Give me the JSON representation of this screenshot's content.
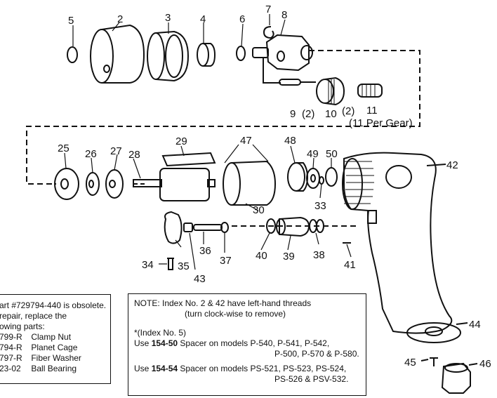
{
  "callouts": {
    "n2": "2",
    "n3": "3",
    "n4": "4",
    "n5": "5",
    "n6": "6",
    "n7": "7",
    "n8": "8",
    "n9": "9",
    "n9qty": "(2)",
    "n10": "10",
    "n10qty": "(2)",
    "n11": "11",
    "n11note": "(11 Per Gear)",
    "n25": "25",
    "n26": "26",
    "n27": "27",
    "n28": "28",
    "n29": "29",
    "n30": "30",
    "n33": "33",
    "n34": "34",
    "n35": "35",
    "n36": "36",
    "n37": "37",
    "n38": "38",
    "n39": "39",
    "n40": "40",
    "n41": "41",
    "n42": "42",
    "n43": "43",
    "n44": "44",
    "n45": "45",
    "n46": "46",
    "n47": "47",
    "n48": "48",
    "n49": "49",
    "n50": "50"
  },
  "obsolete_box": {
    "line1": "art #729794-440 is obsolete.",
    "line2": "repair, replace the",
    "line3": "owing parts:",
    "parts": [
      {
        "number": "799-R",
        "name": "Clamp Nut"
      },
      {
        "number": "794-R",
        "name": "Planet Cage"
      },
      {
        "number": "797-R",
        "name": "Fiber Washer"
      },
      {
        "number": "23-02",
        "name": "Ball Bearing"
      }
    ]
  },
  "note_box": {
    "line1": "NOTE: Index No. 2 & 42 have left-hand threads",
    "line2": "(turn clock-wise to remove)",
    "line3": "*(Index No. 5)",
    "spacer1_pre": "Use ",
    "spacer1_part": "154-50",
    "spacer1_post": " Spacer on models P-540, P-541, P-542,",
    "spacer1_cont": "P-500, P-570 & P-580.",
    "spacer2_pre": "Use ",
    "spacer2_part": "154-54",
    "spacer2_post": " Spacer on models PS-521, PS-523, PS-524,",
    "spacer2_cont": "PS-526 & PSV-532."
  }
}
